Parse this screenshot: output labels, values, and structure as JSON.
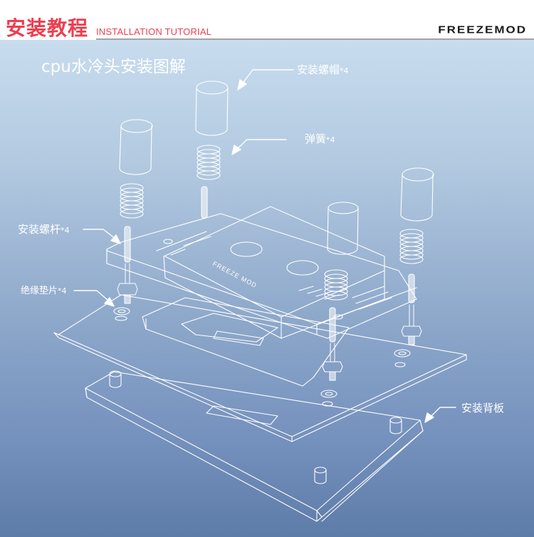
{
  "header": {
    "title_cn": "安装教程",
    "title_en": "INSTALLATION TUTORIAL",
    "brand": "FREEZEMOD"
  },
  "diagram": {
    "title": "cpu水冷头安装图解",
    "block_engraving": "FREEZE MOD",
    "labels": {
      "nut": {
        "text": "安装螺帽",
        "mult": "*4"
      },
      "spring": {
        "text": "弹簧",
        "mult": "*4"
      },
      "screw": {
        "text": "安装螺杆",
        "mult": "*4"
      },
      "washer": {
        "text": "绝缘垫片",
        "mult": "*4"
      },
      "backplate": {
        "text": "安装背板",
        "mult": ""
      }
    }
  },
  "colors": {
    "accent_red": "#ee3e4f",
    "rule_gray": "#a3a3a3",
    "line_white": "#ffffff",
    "bg_top": "#c8dcee",
    "bg_bottom": "#5e7ca8"
  }
}
